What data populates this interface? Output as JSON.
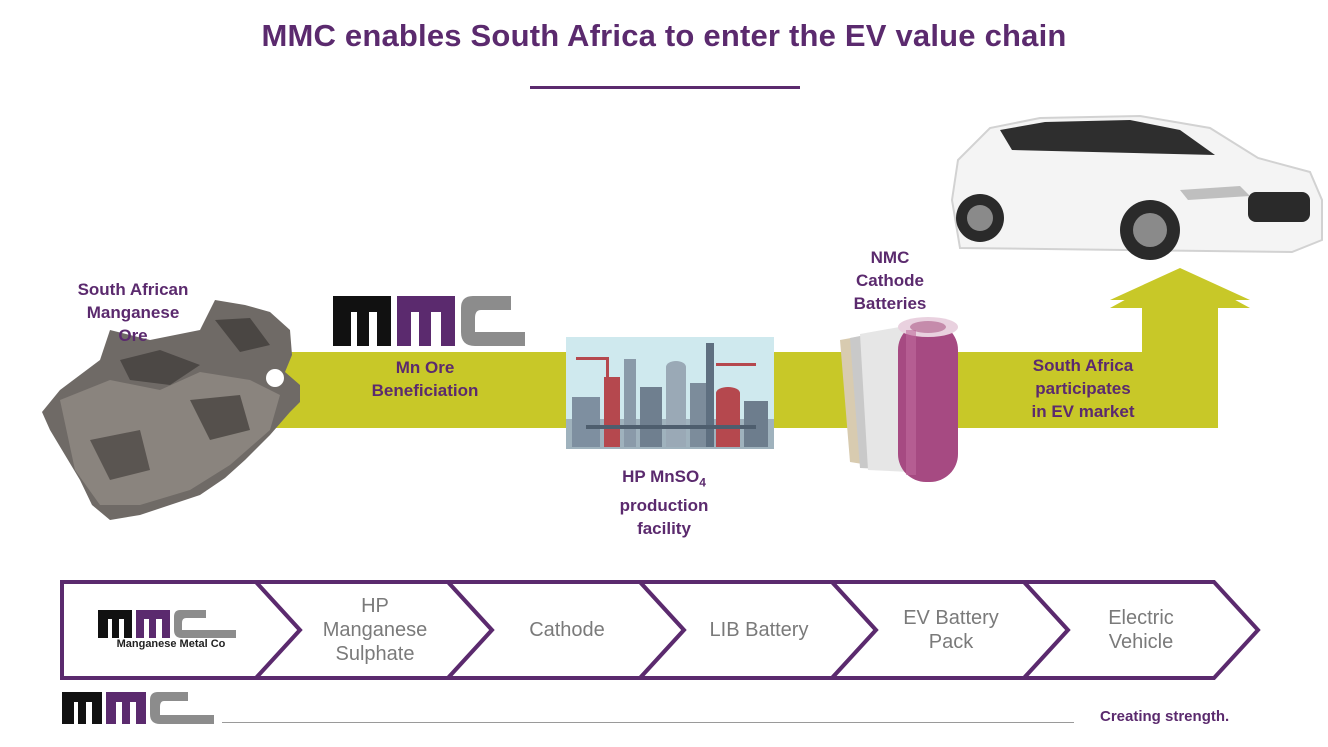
{
  "slide": {
    "title": "MMC enables South Africa to enter the EV value chain",
    "tagline": "Creating strength."
  },
  "flow": {
    "ore_label": [
      "South African",
      "Manganese",
      "Ore"
    ],
    "beneficiation_label": [
      "Mn Ore",
      "Beneficiation"
    ],
    "facility_label_prefix": "HP MnSO",
    "facility_label_sub": "4",
    "facility_label_rest": [
      "production",
      "facility"
    ],
    "cathode_label": [
      "NMC",
      "Cathode",
      "Batteries"
    ],
    "market_label": [
      "South Africa",
      "participates",
      "in EV market"
    ],
    "arrow_color": "#c8c828"
  },
  "value_chain": {
    "logo_caption": "Manganese Metal Co",
    "steps": [
      [
        "HP",
        "Manganese",
        "Sulphate"
      ],
      [
        "Cathode"
      ],
      [
        "LIB Battery"
      ],
      [
        "EV Battery",
        "Pack"
      ],
      [
        "Electric",
        "Vehicle"
      ]
    ],
    "border_color": "#5b2a6e"
  },
  "colors": {
    "brand_purple": "#5b2a6e",
    "logo_black": "#111111",
    "logo_purple": "#5b2a6e",
    "logo_gray": "#8c8c8c"
  }
}
